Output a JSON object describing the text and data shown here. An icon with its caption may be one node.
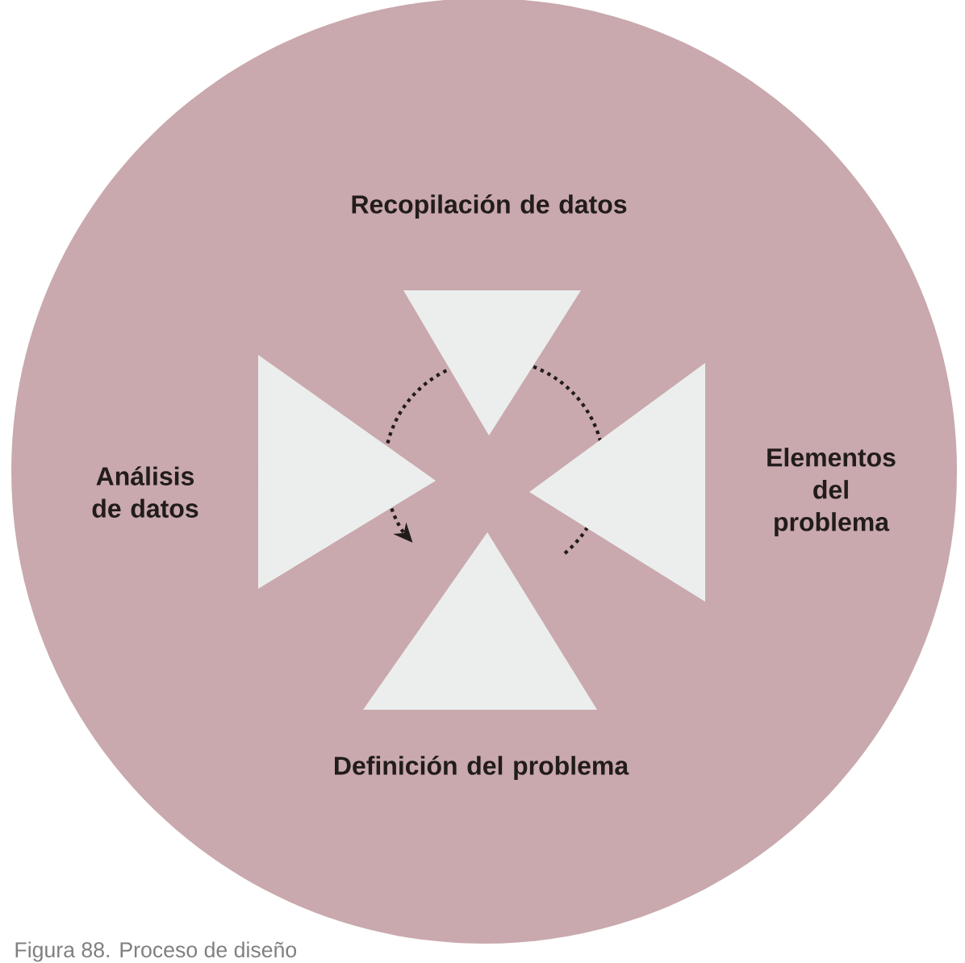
{
  "diagram": {
    "caption": "Figura 88. Proceso de diseño",
    "nodes": [
      {
        "text": [
          "Recopilación de datos"
        ]
      },
      {
        "text": [
          "Elementos del problema"
        ]
      },
      {
        "text": [
          "Definición del problema"
        ]
      },
      {
        "text": [
          "Análisis de datos"
        ]
      }
    ]
  }
}
